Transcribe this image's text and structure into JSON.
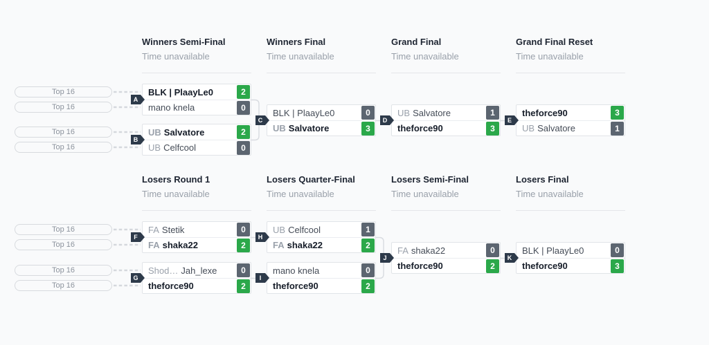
{
  "colors": {
    "win_badge": "#2ba84a",
    "loss_badge": "#5c6570",
    "label_badge": "#2d3a4a",
    "page_background": "#f9fafb"
  },
  "brackets": [
    {
      "id": "winners",
      "rounds": [
        {
          "title": "Winners Semi-Final",
          "subtitle": "Time unavailable",
          "matches": [
            {
              "label": "A",
              "feeders": [
                "Top 16",
                "Top 16"
              ],
              "slots": [
                {
                  "prefix": "",
                  "name": "BLK | PlaayLe0",
                  "score": "2",
                  "winner": true
                },
                {
                  "prefix": "",
                  "name": "mano knela",
                  "score": "0",
                  "winner": false
                }
              ]
            },
            {
              "label": "B",
              "feeders": [
                "Top 16",
                "Top 16"
              ],
              "slots": [
                {
                  "prefix": "UB",
                  "name": "Salvatore",
                  "score": "2",
                  "winner": true
                },
                {
                  "prefix": "UB",
                  "name": "Celfcool",
                  "score": "0",
                  "winner": false
                }
              ]
            }
          ]
        },
        {
          "title": "Winners Final",
          "subtitle": "Time unavailable",
          "matches": [
            {
              "label": "C",
              "slots": [
                {
                  "prefix": "",
                  "name": "BLK | PlaayLe0",
                  "score": "0",
                  "winner": false
                },
                {
                  "prefix": "UB",
                  "name": "Salvatore",
                  "score": "3",
                  "winner": true
                }
              ]
            }
          ]
        },
        {
          "title": "Grand Final",
          "subtitle": "Time unavailable",
          "matches": [
            {
              "label": "D",
              "slots": [
                {
                  "prefix": "UB",
                  "name": "Salvatore",
                  "score": "1",
                  "winner": false
                },
                {
                  "prefix": "",
                  "name": "theforce90",
                  "score": "3",
                  "winner": true
                }
              ]
            }
          ]
        },
        {
          "title": "Grand Final Reset",
          "subtitle": "Time unavailable",
          "matches": [
            {
              "label": "E",
              "slots": [
                {
                  "prefix": "",
                  "name": "theforce90",
                  "score": "3",
                  "winner": true
                },
                {
                  "prefix": "UB",
                  "name": "Salvatore",
                  "score": "1",
                  "winner": false
                }
              ]
            }
          ]
        }
      ]
    },
    {
      "id": "losers",
      "rounds": [
        {
          "title": "Losers Round 1",
          "subtitle": "Time unavailable",
          "matches": [
            {
              "label": "F",
              "feeders": [
                "Top 16",
                "Top 16"
              ],
              "slots": [
                {
                  "prefix": "FA",
                  "name": "Stetik",
                  "score": "0",
                  "winner": false
                },
                {
                  "prefix": "FA",
                  "name": "shaka22",
                  "score": "2",
                  "winner": true
                }
              ]
            },
            {
              "label": "G",
              "feeders": [
                "Top 16",
                "Top 16"
              ],
              "slots": [
                {
                  "prefix": "Shod…",
                  "name": "Jah_lexe",
                  "score": "0",
                  "winner": false
                },
                {
                  "prefix": "",
                  "name": "theforce90",
                  "score": "2",
                  "winner": true
                }
              ]
            }
          ]
        },
        {
          "title": "Losers Quarter-Final",
          "subtitle": "Time unavailable",
          "matches": [
            {
              "label": "H",
              "slots": [
                {
                  "prefix": "UB",
                  "name": "Celfcool",
                  "score": "1",
                  "winner": false
                },
                {
                  "prefix": "FA",
                  "name": "shaka22",
                  "score": "2",
                  "winner": true
                }
              ]
            },
            {
              "label": "I",
              "slots": [
                {
                  "prefix": "",
                  "name": "mano knela",
                  "score": "0",
                  "winner": false
                },
                {
                  "prefix": "",
                  "name": "theforce90",
                  "score": "2",
                  "winner": true
                }
              ]
            }
          ]
        },
        {
          "title": "Losers Semi-Final",
          "subtitle": "Time unavailable",
          "matches": [
            {
              "label": "J",
              "slots": [
                {
                  "prefix": "FA",
                  "name": "shaka22",
                  "score": "0",
                  "winner": false
                },
                {
                  "prefix": "",
                  "name": "theforce90",
                  "score": "2",
                  "winner": true
                }
              ]
            }
          ]
        },
        {
          "title": "Losers Final",
          "subtitle": "Time unavailable",
          "matches": [
            {
              "label": "K",
              "slots": [
                {
                  "prefix": "",
                  "name": "BLK | PlaayLe0",
                  "score": "0",
                  "winner": false
                },
                {
                  "prefix": "",
                  "name": "theforce90",
                  "score": "3",
                  "winner": true
                }
              ]
            }
          ]
        }
      ]
    }
  ]
}
